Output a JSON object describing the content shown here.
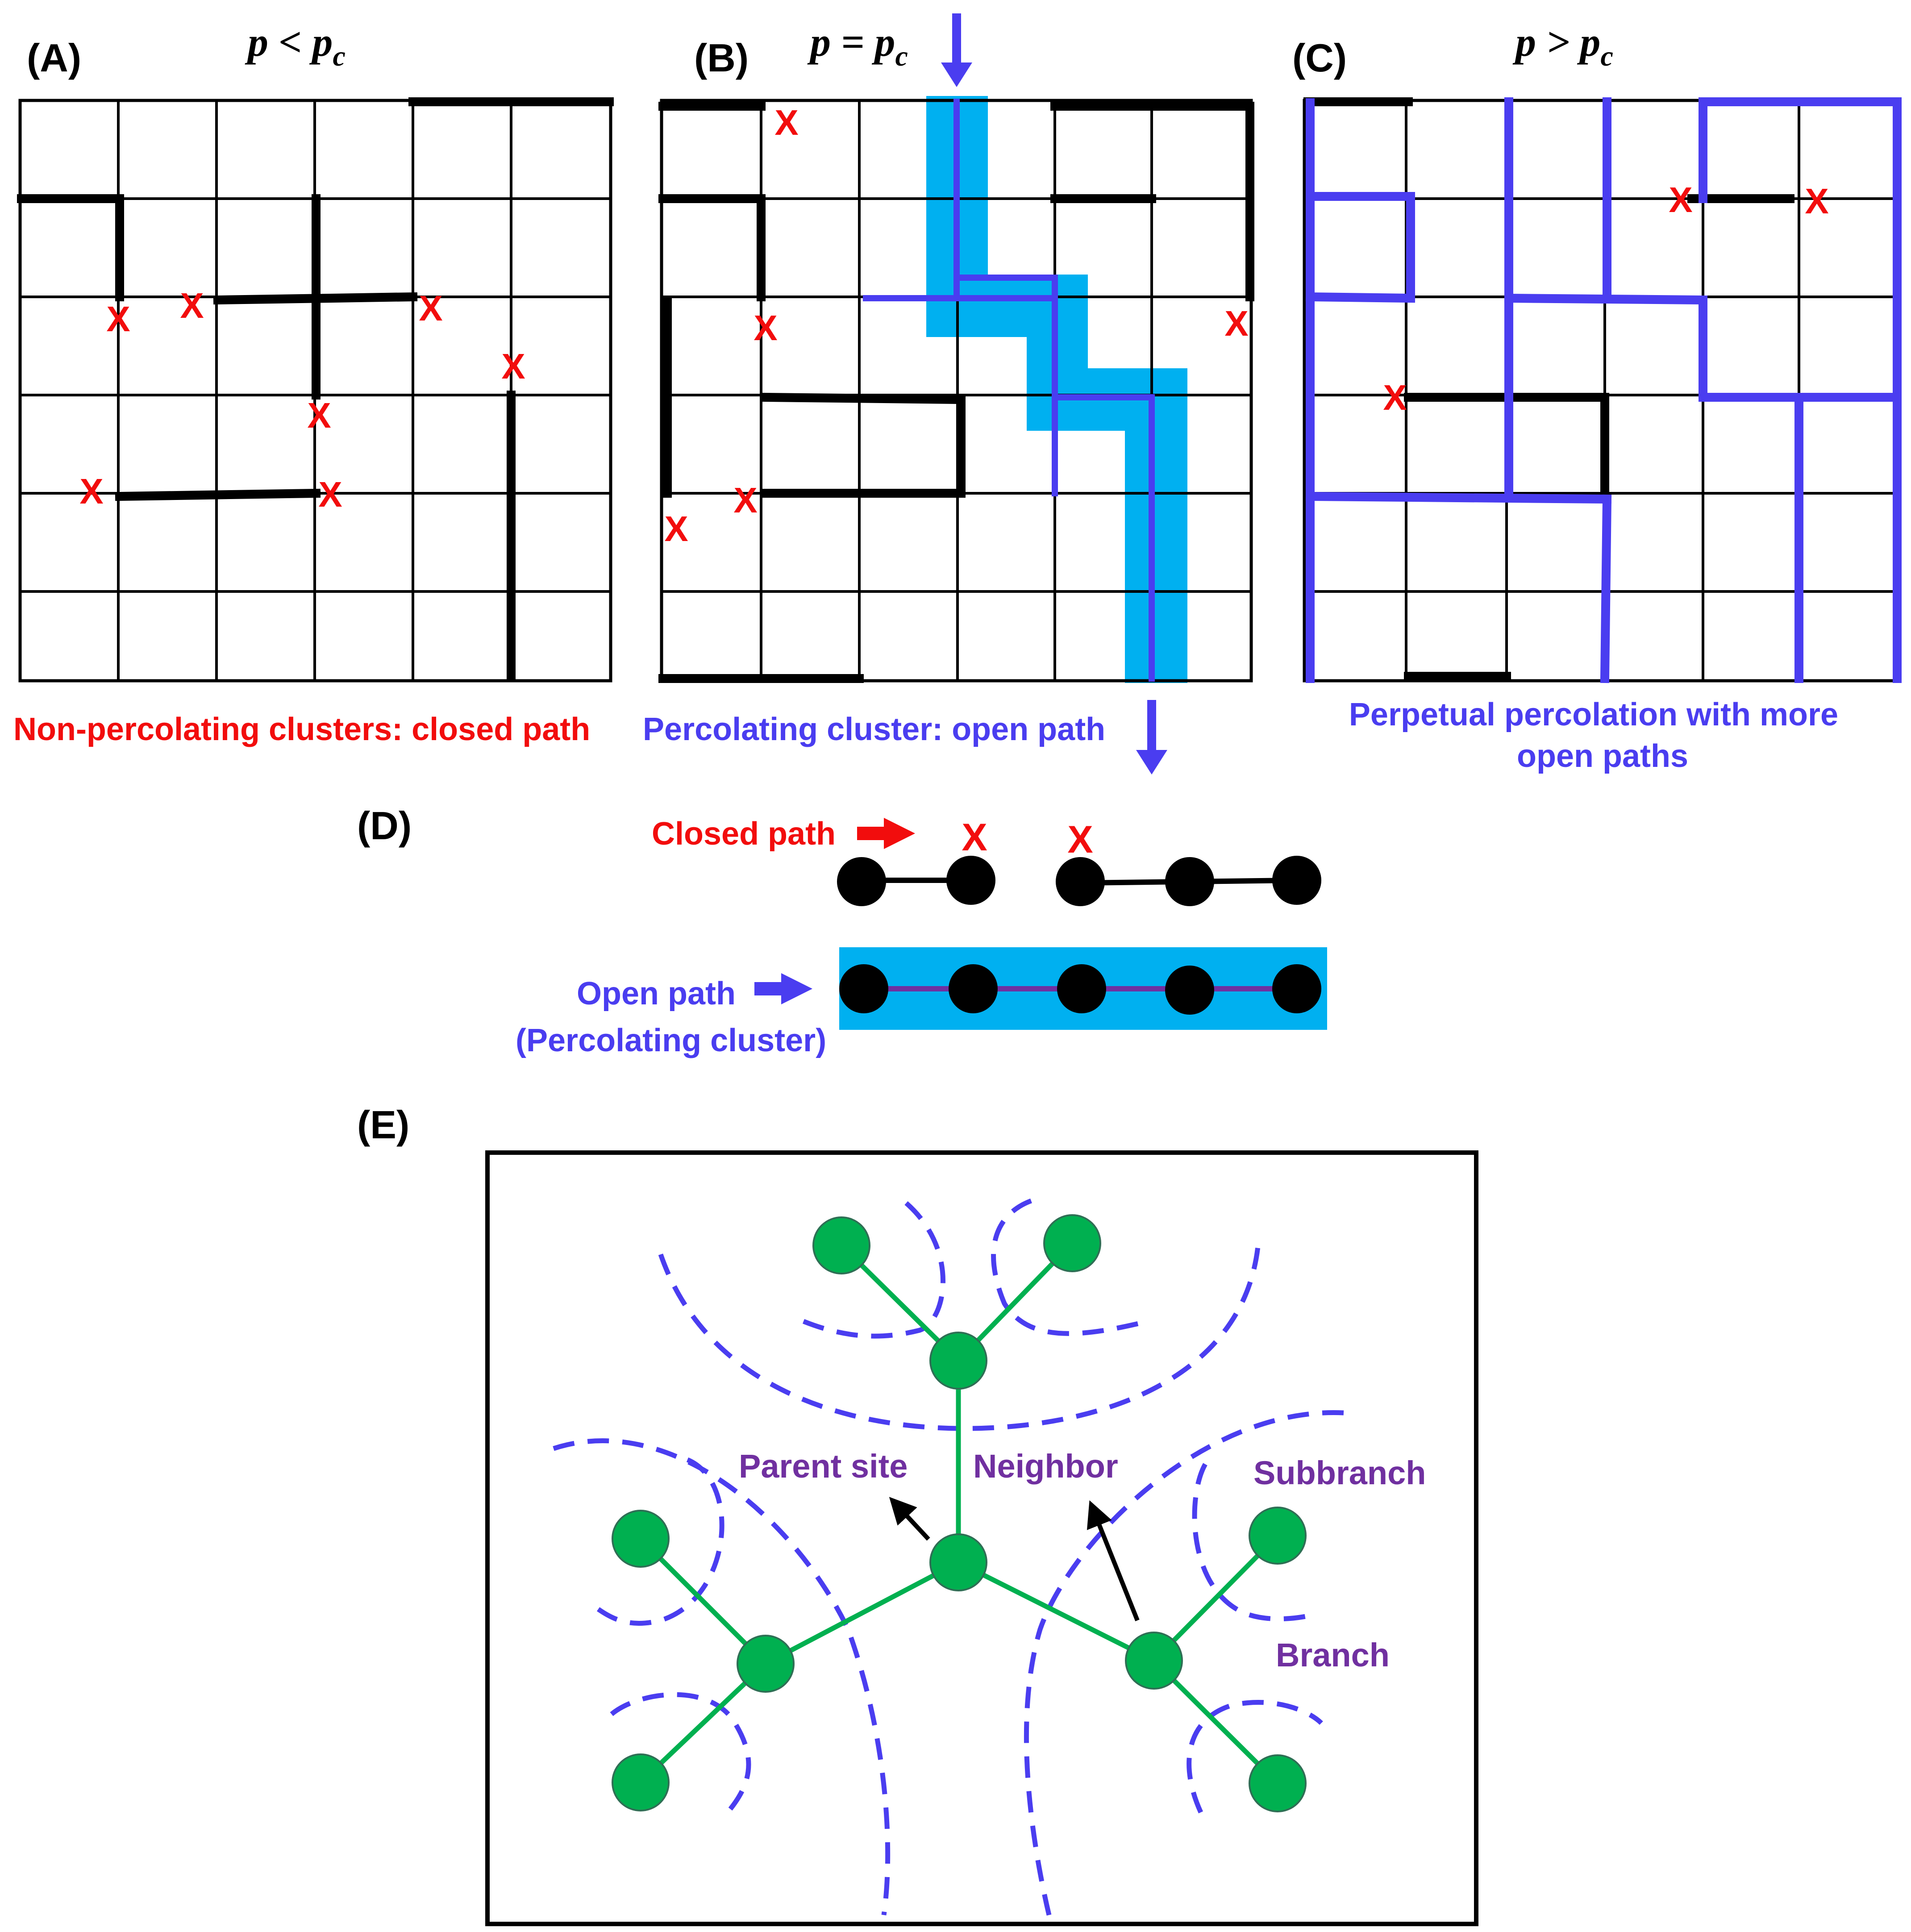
{
  "panels": {
    "A": {
      "label": "(A)",
      "condition": "p < p_c",
      "caption": "Non-percolating clusters: closed path"
    },
    "B": {
      "label": "(B)",
      "condition": "p = p_c",
      "caption": "Percolating cluster: open path"
    },
    "C": {
      "label": "(C)",
      "condition": "p > p_c",
      "caption_line1": "Perpetual percolation with more",
      "caption_line2": "open paths"
    },
    "D": {
      "label": "(D)",
      "closed_label": "Closed path",
      "open_label_line1": "Open path",
      "open_label_line2": "(Percolating cluster)"
    },
    "E": {
      "label": "(E)",
      "parent_site": "Parent site",
      "neighbor": "Neighbor",
      "subbranch": "Subbranch",
      "branch": "Branch"
    }
  },
  "marks": {
    "blocked": "X"
  },
  "colors": {
    "closed": "#f20d0d",
    "open": "#4a3df0",
    "highlight": "#00b0f0",
    "node": "#00b050",
    "node_stroke": "#2f6f55",
    "labels_e": "#7030a0",
    "grid": "#000000"
  }
}
